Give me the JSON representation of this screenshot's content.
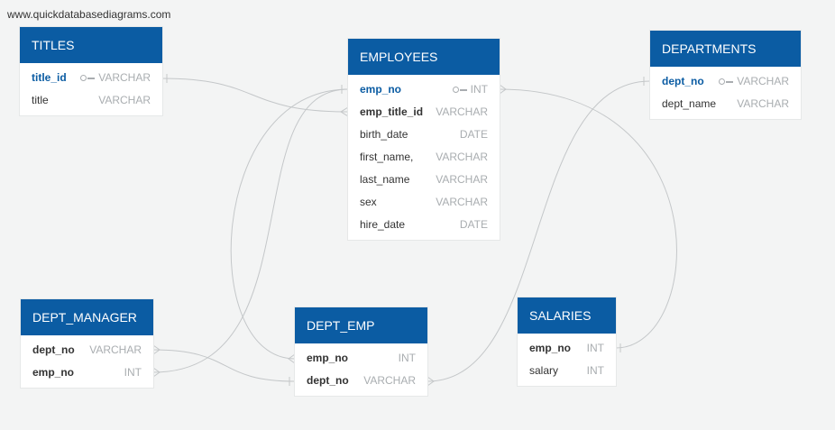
{
  "watermark": "www.quickdatabasediagrams.com",
  "colors": {
    "header": "#0b5ca3",
    "line": "#c4c7c9",
    "type": "#a9adb0"
  },
  "tables": {
    "titles": {
      "title": "TITLES",
      "fields": [
        {
          "name": "title_id",
          "type": "VARCHAR",
          "pk": true
        },
        {
          "name": "title",
          "type": "VARCHAR"
        }
      ]
    },
    "employees": {
      "title": "EMPLOYEES",
      "fields": [
        {
          "name": "emp_no",
          "type": "INT",
          "pk": true
        },
        {
          "name": "emp_title_id",
          "type": "VARCHAR",
          "fk": true
        },
        {
          "name": "birth_date",
          "type": "DATE"
        },
        {
          "name": "first_name,",
          "type": "VARCHAR"
        },
        {
          "name": "last_name",
          "type": "VARCHAR"
        },
        {
          "name": "sex",
          "type": "VARCHAR"
        },
        {
          "name": "hire_date",
          "type": "DATE"
        }
      ]
    },
    "departments": {
      "title": "DEPARTMENTS",
      "fields": [
        {
          "name": "dept_no",
          "type": "VARCHAR",
          "pk": true
        },
        {
          "name": "dept_name",
          "type": "VARCHAR"
        }
      ]
    },
    "dept_manager": {
      "title": "DEPT_MANAGER",
      "fields": [
        {
          "name": "dept_no",
          "type": "VARCHAR",
          "fk": true
        },
        {
          "name": "emp_no",
          "type": "INT",
          "fk": true
        }
      ]
    },
    "dept_emp": {
      "title": "DEPT_EMP",
      "fields": [
        {
          "name": "emp_no",
          "type": "INT",
          "fk": true
        },
        {
          "name": "dept_no",
          "type": "VARCHAR",
          "fk": true
        }
      ]
    },
    "salaries": {
      "title": "SALARIES",
      "fields": [
        {
          "name": "emp_no",
          "type": "INT",
          "fk": true
        },
        {
          "name": "salary",
          "type": "INT"
        }
      ]
    }
  }
}
